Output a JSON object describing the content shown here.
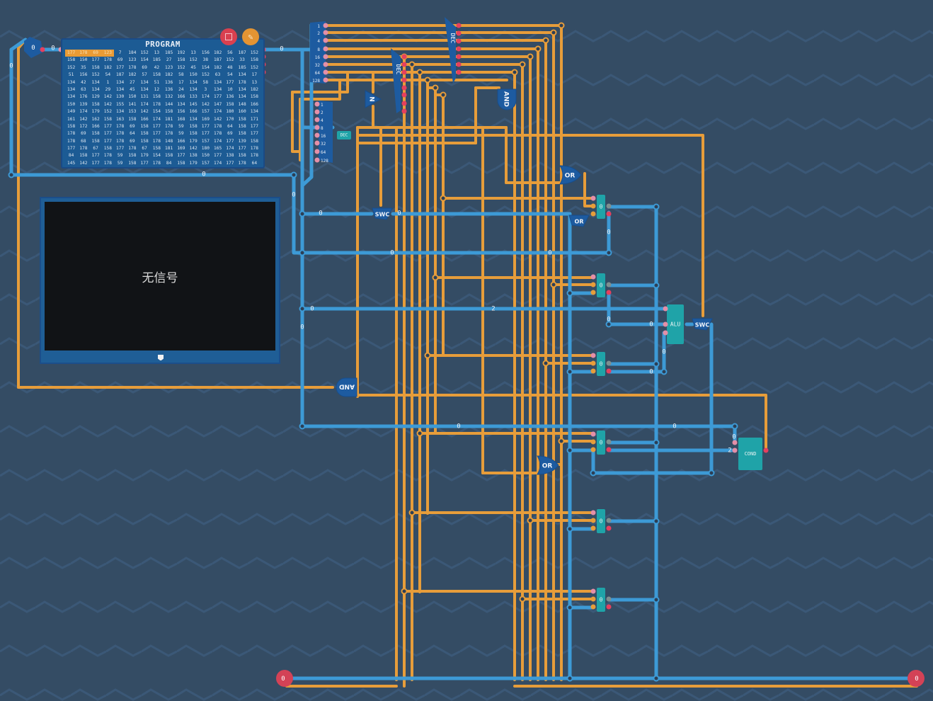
{
  "app": {
    "background_color": "#344c64",
    "wire_colors": {
      "bus": "#3d9ad6",
      "bit": "#e79d3a",
      "active": "#2e9b3a",
      "pin_off": "#e5405e",
      "pin_on": "#e48fa8"
    }
  },
  "program": {
    "title": "PROGRAM",
    "selected_index": 0,
    "rows": [
      [
        "177",
        "178",
        "69",
        "123",
        "7",
        "184",
        "152",
        "13",
        "185",
        "192",
        "13",
        "156",
        "182",
        "56",
        "187",
        "152"
      ],
      [
        "158",
        "150",
        "177",
        "178",
        "69",
        "123",
        "154",
        "185",
        "27",
        "158",
        "152",
        "38",
        "187",
        "152",
        "33",
        "158"
      ],
      [
        "152",
        "35",
        "158",
        "182",
        "177",
        "178",
        "69",
        "42",
        "123",
        "152",
        "45",
        "154",
        "182",
        "48",
        "185",
        "152"
      ],
      [
        "51",
        "156",
        "152",
        "54",
        "187",
        "182",
        "57",
        "158",
        "182",
        "58",
        "150",
        "152",
        "63",
        "54",
        "134",
        "17"
      ],
      [
        "134",
        "42",
        "134",
        "1",
        "134",
        "27",
        "134",
        "51",
        "136",
        "17",
        "134",
        "58",
        "134",
        "177",
        "178",
        "13"
      ],
      [
        "134",
        "63",
        "134",
        "29",
        "134",
        "45",
        "134",
        "12",
        "136",
        "24",
        "134",
        "3",
        "134",
        "10",
        "134",
        "182"
      ],
      [
        "134",
        "176",
        "129",
        "142",
        "130",
        "150",
        "131",
        "158",
        "132",
        "166",
        "133",
        "174",
        "177",
        "136",
        "134",
        "158"
      ],
      [
        "150",
        "139",
        "158",
        "142",
        "155",
        "141",
        "174",
        "178",
        "144",
        "134",
        "145",
        "142",
        "147",
        "158",
        "148",
        "166"
      ],
      [
        "149",
        "174",
        "179",
        "152",
        "134",
        "153",
        "142",
        "154",
        "158",
        "156",
        "166",
        "157",
        "174",
        "180",
        "160",
        "134"
      ],
      [
        "161",
        "142",
        "162",
        "158",
        "163",
        "158",
        "166",
        "174",
        "181",
        "168",
        "134",
        "169",
        "142",
        "170",
        "158",
        "171"
      ],
      [
        "158",
        "172",
        "166",
        "177",
        "178",
        "69",
        "158",
        "177",
        "178",
        "59",
        "158",
        "177",
        "178",
        "64",
        "158",
        "177"
      ],
      [
        "178",
        "69",
        "158",
        "177",
        "178",
        "64",
        "158",
        "177",
        "178",
        "59",
        "158",
        "177",
        "178",
        "69",
        "158",
        "177"
      ],
      [
        "178",
        "68",
        "158",
        "177",
        "178",
        "69",
        "158",
        "178",
        "148",
        "166",
        "179",
        "157",
        "174",
        "177",
        "139",
        "158"
      ],
      [
        "177",
        "178",
        "67",
        "158",
        "177",
        "178",
        "67",
        "158",
        "181",
        "169",
        "142",
        "180",
        "165",
        "174",
        "177",
        "178"
      ],
      [
        "84",
        "158",
        "177",
        "178",
        "59",
        "158",
        "179",
        "154",
        "158",
        "177",
        "138",
        "150",
        "177",
        "138",
        "158",
        "178"
      ],
      [
        "145",
        "142",
        "177",
        "178",
        "59",
        "158",
        "177",
        "178",
        "84",
        "158",
        "179",
        "157",
        "174",
        "177",
        "178",
        "64"
      ]
    ],
    "save_button_icon": "save-icon",
    "edit_button_icon": "pencil-icon"
  },
  "screen": {
    "status_text": "无信号",
    "port_icon": "connector-icon"
  },
  "components": {
    "counter_in": {
      "label": "0"
    },
    "dec_small": {
      "label": "DEC"
    },
    "dec_a": {
      "label": "DEC"
    },
    "dec_b": {
      "label": "DEC"
    },
    "not_gate": {
      "label": "N"
    },
    "and_top": {
      "label": "AND"
    },
    "and_left": {
      "label": "AND"
    },
    "or_top": {
      "label": "OR"
    },
    "or_mid": {
      "label": "OR"
    },
    "or_bottom": {
      "label": "OR"
    },
    "swc_left": {
      "label": "SWC"
    },
    "swc_right": {
      "label": "SWC"
    },
    "alu": {
      "label": "ALU"
    },
    "cond": {
      "label": "COND"
    },
    "splitter_out_bits": [
      "1",
      "2",
      "4",
      "8",
      "16",
      "32",
      "64",
      "128"
    ],
    "splitter_in_bits": [
      "1",
      "2",
      "4",
      "8",
      "16",
      "32",
      "64",
      "128"
    ],
    "registers": [
      "0",
      "0",
      "0",
      "0",
      "0",
      "0"
    ],
    "input_left": {
      "label": "0"
    },
    "output_right": {
      "label": "0"
    }
  },
  "wire_labels": {
    "top_bus": "0",
    "left_vert": "0",
    "prog_in_a": "0",
    "prog_in_b": "0",
    "bottom_bus_under_prog": "0",
    "bus_302_left": "0",
    "bus_302_right": "0",
    "bus_357_left": "0",
    "bus_357_right": "0",
    "vert_415": "0",
    "bus_436_left": "0",
    "bus_436_mid": "2",
    "vert_462": "0",
    "bus_602_left": "0",
    "bus_602_right": "0",
    "reg1_out": "0",
    "alu_in_a": "0",
    "alu_in_b": "0",
    "alu_in_c": "0",
    "alu_out_vert": "0",
    "cond_in_a": "0",
    "cond_in_b": "2"
  }
}
